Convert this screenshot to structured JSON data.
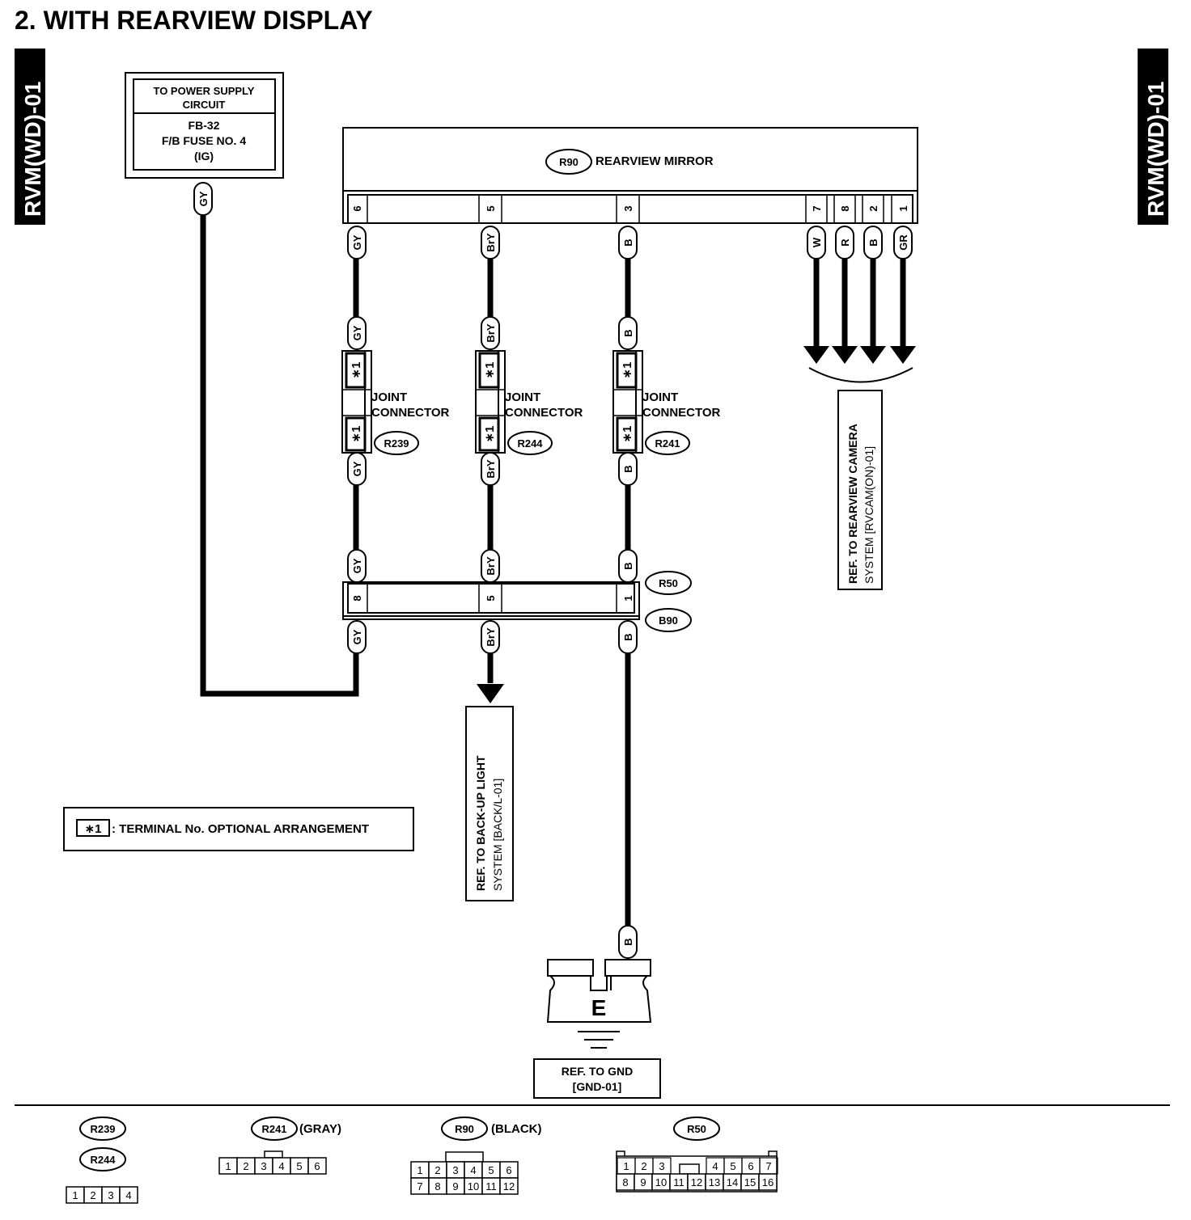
{
  "title": "2.  WITH REARVIEW DISPLAY",
  "side_tab": "RVM(WD)-01",
  "power_box": {
    "line1": "TO POWER SUPPLY",
    "line2": "CIRCUIT",
    "fuse1": "FB-32",
    "fuse2": "F/B FUSE NO. 4",
    "fuse3": "(IG)"
  },
  "mirror": {
    "id": "R90",
    "label": "REARVIEW MIRROR"
  },
  "mirror_pins": [
    "6",
    "5",
    "3",
    "7",
    "8",
    "2",
    "1"
  ],
  "wire_colors": {
    "gy": "GY",
    "bry": "BrY",
    "b": "B",
    "w": "W",
    "r": "R",
    "gr": "GR"
  },
  "joint": {
    "star": "∗1",
    "line1": "JOINT",
    "line2": "CONNECTOR",
    "ids": [
      "R239",
      "R244",
      "R241"
    ]
  },
  "r50": {
    "id": "R50",
    "pins": [
      "8",
      "5",
      "1"
    ]
  },
  "b90": {
    "id": "B90"
  },
  "ref_camera": {
    "line1": "REF. TO REARVIEW CAMERA",
    "line2": "SYSTEM [RVCAM(ON)-01]"
  },
  "ref_backup": {
    "line1": "REF. TO BACK-UP LIGHT",
    "line2": "SYSTEM [BACK/L-01]"
  },
  "ground": {
    "letter": "E",
    "line1": "REF. TO GND",
    "line2": "[GND-01]"
  },
  "legend": {
    "star": "∗1",
    "text": ": TERMINAL No. OPTIONAL ARRANGEMENT"
  },
  "connectors": {
    "c1": {
      "ids": [
        "R239",
        "R244"
      ],
      "pins": [
        "1",
        "2",
        "3",
        "4"
      ]
    },
    "c2": {
      "id": "R241",
      "note": "(GRAY)",
      "pins": [
        "1",
        "2",
        "3",
        "4",
        "5",
        "6"
      ]
    },
    "c3": {
      "id": "R90",
      "note": "(BLACK)",
      "row1": [
        "1",
        "2",
        "3",
        "4",
        "5",
        "6"
      ],
      "row2": [
        "7",
        "8",
        "9",
        "10",
        "11",
        "12"
      ]
    },
    "c4": {
      "id": "R50",
      "row1": [
        "1",
        "2",
        "3",
        "4",
        "5",
        "6",
        "7"
      ],
      "row2": [
        "8",
        "9",
        "10",
        "11",
        "12",
        "13",
        "14",
        "15",
        "16"
      ]
    }
  }
}
